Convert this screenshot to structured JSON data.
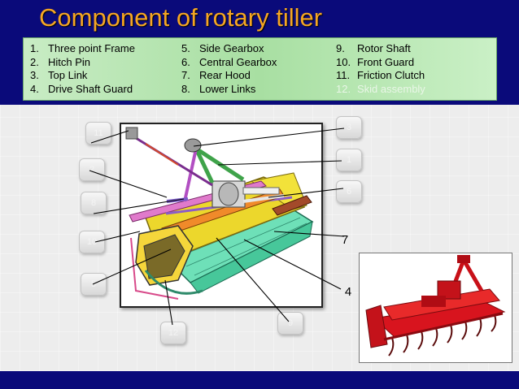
{
  "slide": {
    "title": "Component of rotary  tiller",
    "components": {
      "col1": [
        {
          "num": "1.",
          "text": "Three point Frame"
        },
        {
          "num": "2.",
          "text": "Hitch Pin"
        },
        {
          "num": "3.",
          "text": "Top Link"
        },
        {
          "num": "4.",
          "text": "Drive Shaft Guard"
        }
      ],
      "col2": [
        {
          "num": "5.",
          "text": "Side Gearbox"
        },
        {
          "num": "6.",
          "text": "Central Gearbox"
        },
        {
          "num": "7.",
          "text": "Rear Hood"
        },
        {
          "num": "8.",
          "text": "Lower Links"
        }
      ],
      "col3": [
        {
          "num": "9.",
          "text": "Rotor Shaft"
        },
        {
          "num": "10.",
          "text": "Front Guard"
        },
        {
          "num": "11.",
          "text": "Friction Clutch"
        },
        {
          "num": "12.",
          "text": "Skid assembly"
        }
      ]
    },
    "callouts": {
      "label_7": "7",
      "label_4": "4",
      "faint": [
        "11",
        "2",
        "8",
        "10",
        "5",
        "3",
        "1",
        "6",
        "12",
        "9"
      ]
    }
  },
  "colors": {
    "band": "#0a0a7a",
    "title": "#f5a623",
    "list_bg": "#b4e4ae",
    "tiller_red": "#d8141e"
  }
}
